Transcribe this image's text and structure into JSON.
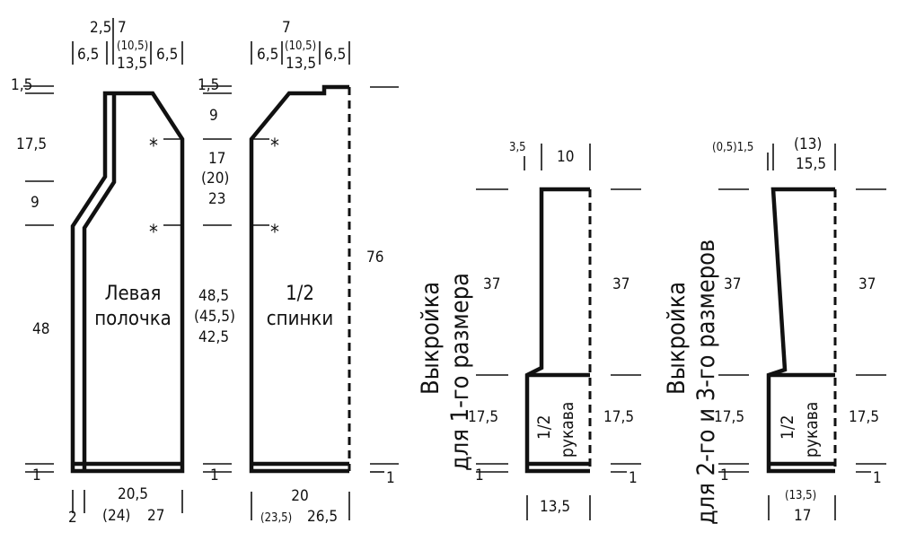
{
  "pieces": {
    "left_front": {
      "label_line1": "Левая",
      "label_line2": "полочка",
      "top_dims": {
        "a": "2,5",
        "b": "7",
        "c": "6,5",
        "d": "(10,5)",
        "e": "13,5",
        "f": "6,5"
      },
      "left_dims": {
        "hem": "1,5",
        "upper": "17,5",
        "mid": "9",
        "lower": "48",
        "bottom": "1"
      },
      "bottom_dims": {
        "a": "2",
        "b": "20,5",
        "c": "(24)",
        "d": "27"
      },
      "star": "*"
    },
    "center_dims": {
      "hem": "1,5",
      "shoulder": "9",
      "a1": "17",
      "a2": "(20)",
      "a3": "23",
      "b1": "48,5",
      "b2": "(45,5)",
      "b3": "42,5",
      "bottom": "1"
    },
    "back": {
      "label_line1": "1/2",
      "label_line2": "спинки",
      "top_dims": {
        "a": "7",
        "b": "6,5",
        "c": "(10,5)",
        "d": "13,5",
        "e": "6,5"
      },
      "right_dim": "76",
      "right_bottom": "1",
      "bottom_dims": {
        "a": "20",
        "b": "(23,5)",
        "c": "26,5"
      },
      "star": "*"
    },
    "sleeve_size1": {
      "side_title_line1": "Выкройка",
      "side_title_line2": "для 1-го размера",
      "label_line1": "1/2",
      "label_line2": "рукава",
      "top_dims": {
        "a": "3,5",
        "b": "10"
      },
      "left_dims": {
        "upper": "37",
        "lower": "17,5",
        "bottom": "1"
      },
      "right_dims": {
        "upper": "37",
        "lower": "17,5",
        "bottom": "1"
      },
      "bottom_dim": "13,5"
    },
    "sleeve_size23": {
      "side_title_line1": "Выкройка",
      "side_title_line2": "для 2-го и 3-го размеров",
      "label_line1": "1/2",
      "label_line2": "рукава",
      "top_dims": {
        "a": "(0,5)1,5",
        "b": "(13)",
        "c": "15,5"
      },
      "left_dims": {
        "upper": "37",
        "lower": "17,5",
        "bottom": "1"
      },
      "right_dims": {
        "upper": "37",
        "lower": "17,5",
        "bottom": "1"
      },
      "bottom_dims": {
        "a": "(13,5)",
        "b": "17"
      }
    }
  }
}
